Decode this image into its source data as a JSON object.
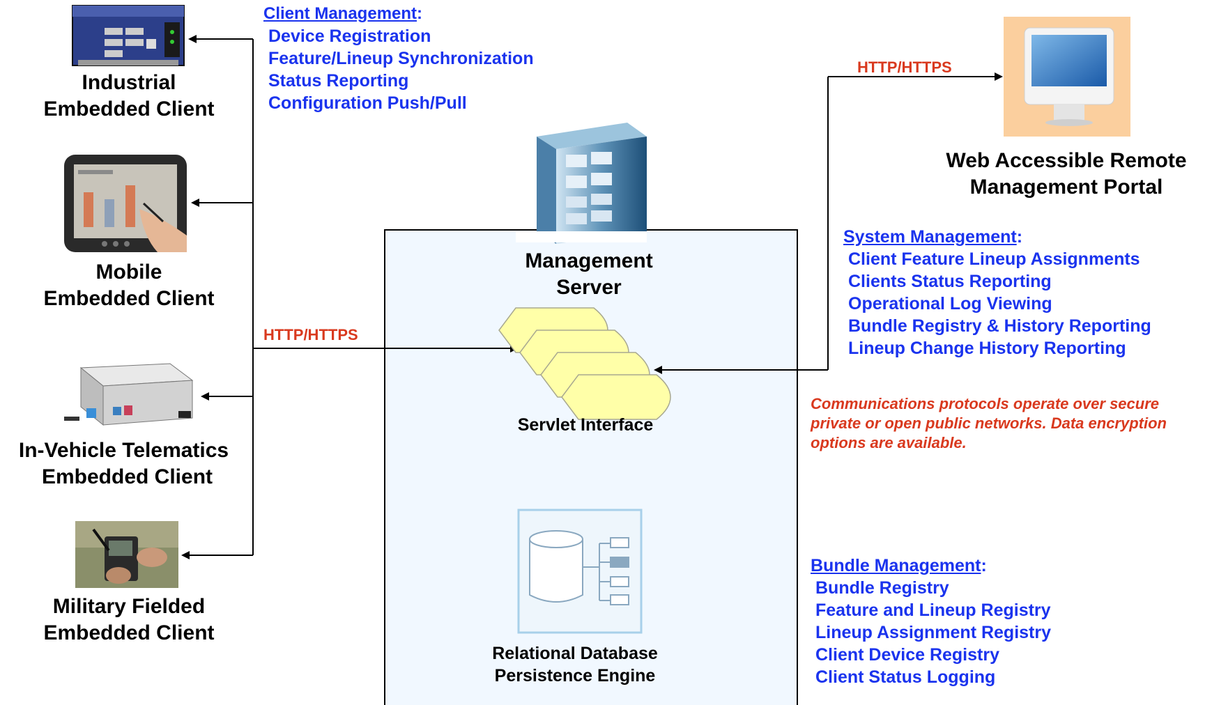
{
  "clients": [
    {
      "icon": "industrial-pc-icon",
      "line1": "Industrial",
      "line2": "Embedded Client"
    },
    {
      "icon": "tablet-device-icon",
      "line1": "Mobile",
      "line2": "Embedded Client"
    },
    {
      "icon": "telematics-box-icon",
      "line1": "In-Vehicle Telematics",
      "line2": "Embedded Client"
    },
    {
      "icon": "military-handheld-icon",
      "line1": "Military Fielded",
      "line2": "Embedded Client"
    }
  ],
  "client_management": {
    "heading": "Client Management",
    "colon": ":",
    "items": [
      "Device Registration",
      "Feature/Lineup Synchronization",
      "Status Reporting",
      "Configuration Push/Pull"
    ]
  },
  "protocol_left": "HTTP/HTTPS",
  "protocol_right": "HTTP/HTTPS",
  "server": {
    "icon": "server-tower-icon",
    "line1": "Management",
    "line2": "Server",
    "servlet_label": "Servlet Interface",
    "db_line1": "Relational Database",
    "db_line2": "Persistence Engine"
  },
  "portal": {
    "icon": "imac-computer-icon",
    "line1": "Web Accessible Remote",
    "line2": "Management Portal"
  },
  "system_management": {
    "heading": "System Management",
    "colon": ":",
    "items": [
      "Client Feature Lineup Assignments",
      "Clients Status Reporting",
      "Operational Log Viewing",
      "Bundle Registry & History Reporting",
      "Lineup Change History Reporting"
    ]
  },
  "note": {
    "line1": "Communications protocols operate over secure",
    "line2": "private or open public networks.  Data encryption",
    "line3": "options are available."
  },
  "bundle_management": {
    "heading": "Bundle Management",
    "colon": ":",
    "items": [
      "Bundle Registry",
      "Feature and Lineup Registry",
      "Lineup Assignment Registry",
      "Client Device Registry",
      "Client Status Logging"
    ]
  },
  "colors": {
    "list_blue": "#1a33ee",
    "protocol_red": "#d9391e",
    "server_box_fill": "#f1f8ff",
    "servlet_fill": "#ffffa8"
  }
}
